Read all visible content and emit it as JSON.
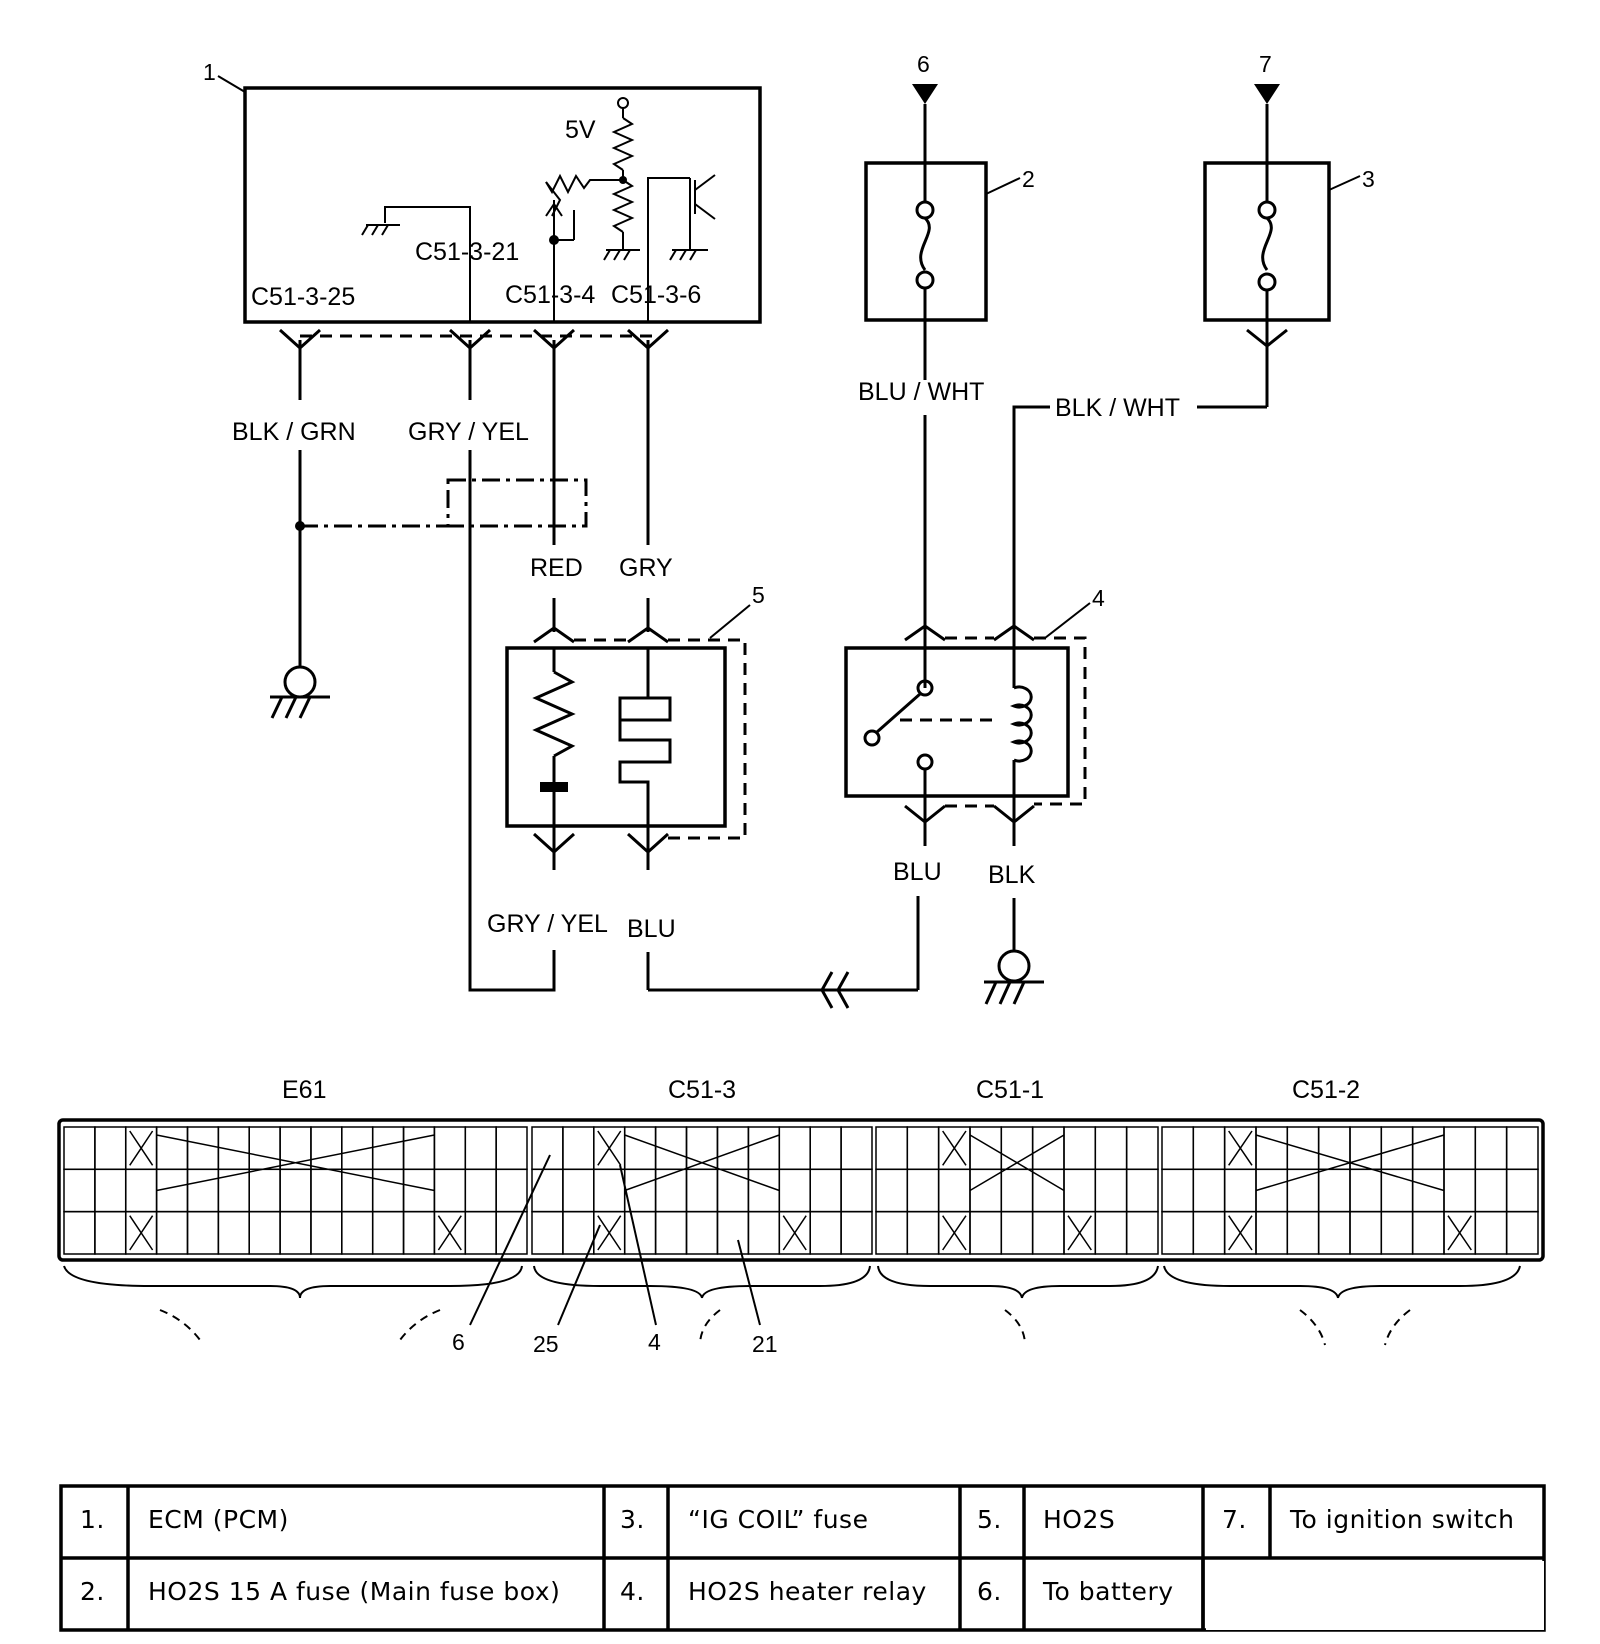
{
  "diagram": {
    "callouts": {
      "ecm": "1",
      "fuse_main": "2",
      "fuse_ig": "3",
      "relay": "4",
      "ho2s": "5",
      "to_battery": "6",
      "to_ignition": "7"
    },
    "ecm_labels": {
      "voltage": "5V",
      "t21": "C51-3-21",
      "t25": "C51-3-25",
      "t4": "C51-3-4",
      "t6": "C51-3-6"
    },
    "wires": {
      "blk_grn": "BLK / GRN",
      "gry_yel_top": "GRY / YEL",
      "red": "RED",
      "gry": "GRY",
      "blu_wht": "BLU / WHT",
      "blk_wht": "BLK / WHT",
      "blu_relay": "BLU",
      "blk_relay": "BLK",
      "gry_yel_bottom": "GRY / YEL",
      "blu_bottom": "BLU"
    },
    "connectors": {
      "e61": "E61",
      "c51_3": "C51-3",
      "c51_1": "C51-1",
      "c51_2": "C51-2"
    },
    "pin_callouts": {
      "p6": "6",
      "p25": "25",
      "p4": "4",
      "p21": "21"
    }
  },
  "legend": [
    [
      {
        "num": "1.",
        "text": "ECM (PCM)"
      },
      {
        "num": "3.",
        "text": "“IG COIL” fuse"
      },
      {
        "num": "5.",
        "text": "HO2S"
      },
      {
        "num": "7.",
        "text": "To ignition switch"
      }
    ],
    [
      {
        "num": "2.",
        "text": "HO2S 15 A fuse (Main fuse box)"
      },
      {
        "num": "4.",
        "text": "HO2S heater relay"
      },
      {
        "num": "6.",
        "text": "To battery"
      }
    ]
  ]
}
